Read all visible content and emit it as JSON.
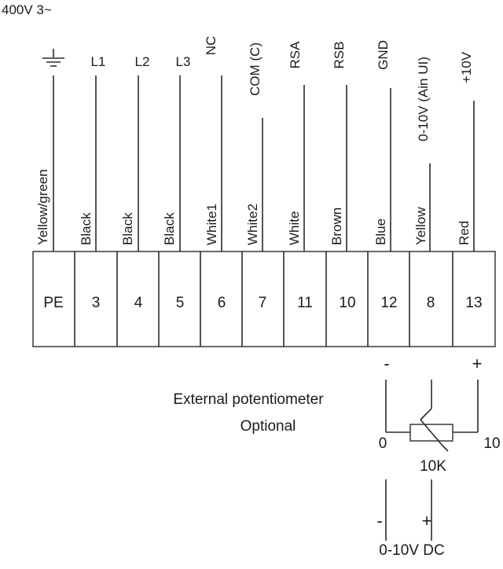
{
  "supply_label": "400V 3~",
  "ground_symbol": "earth-ground-icon",
  "top_labels": [
    "",
    "L1",
    "L2",
    "L3",
    "NC",
    "COM (C)",
    "RSA",
    "RSB",
    "GND",
    "0-10V (Ain UI)",
    "+10V"
  ],
  "wire_colors": [
    "Yellow/green",
    "Black",
    "Black",
    "Black",
    "White1",
    "White2",
    "White",
    "Brown",
    "Blue",
    "Yellow",
    "Red"
  ],
  "terminals": [
    "PE",
    "3",
    "4",
    "5",
    "6",
    "7",
    "11",
    "10",
    "12",
    "8",
    "13"
  ],
  "potentiometer": {
    "title_line1": "External potentiometer",
    "title_line2": "Optional",
    "minus_sign": "-",
    "plus_sign": "+",
    "left_terminal": "0",
    "right_terminal": "10",
    "value": "10K"
  },
  "signal": {
    "minus_sign": "-",
    "plus_sign": "+",
    "label": "0-10V DC"
  }
}
